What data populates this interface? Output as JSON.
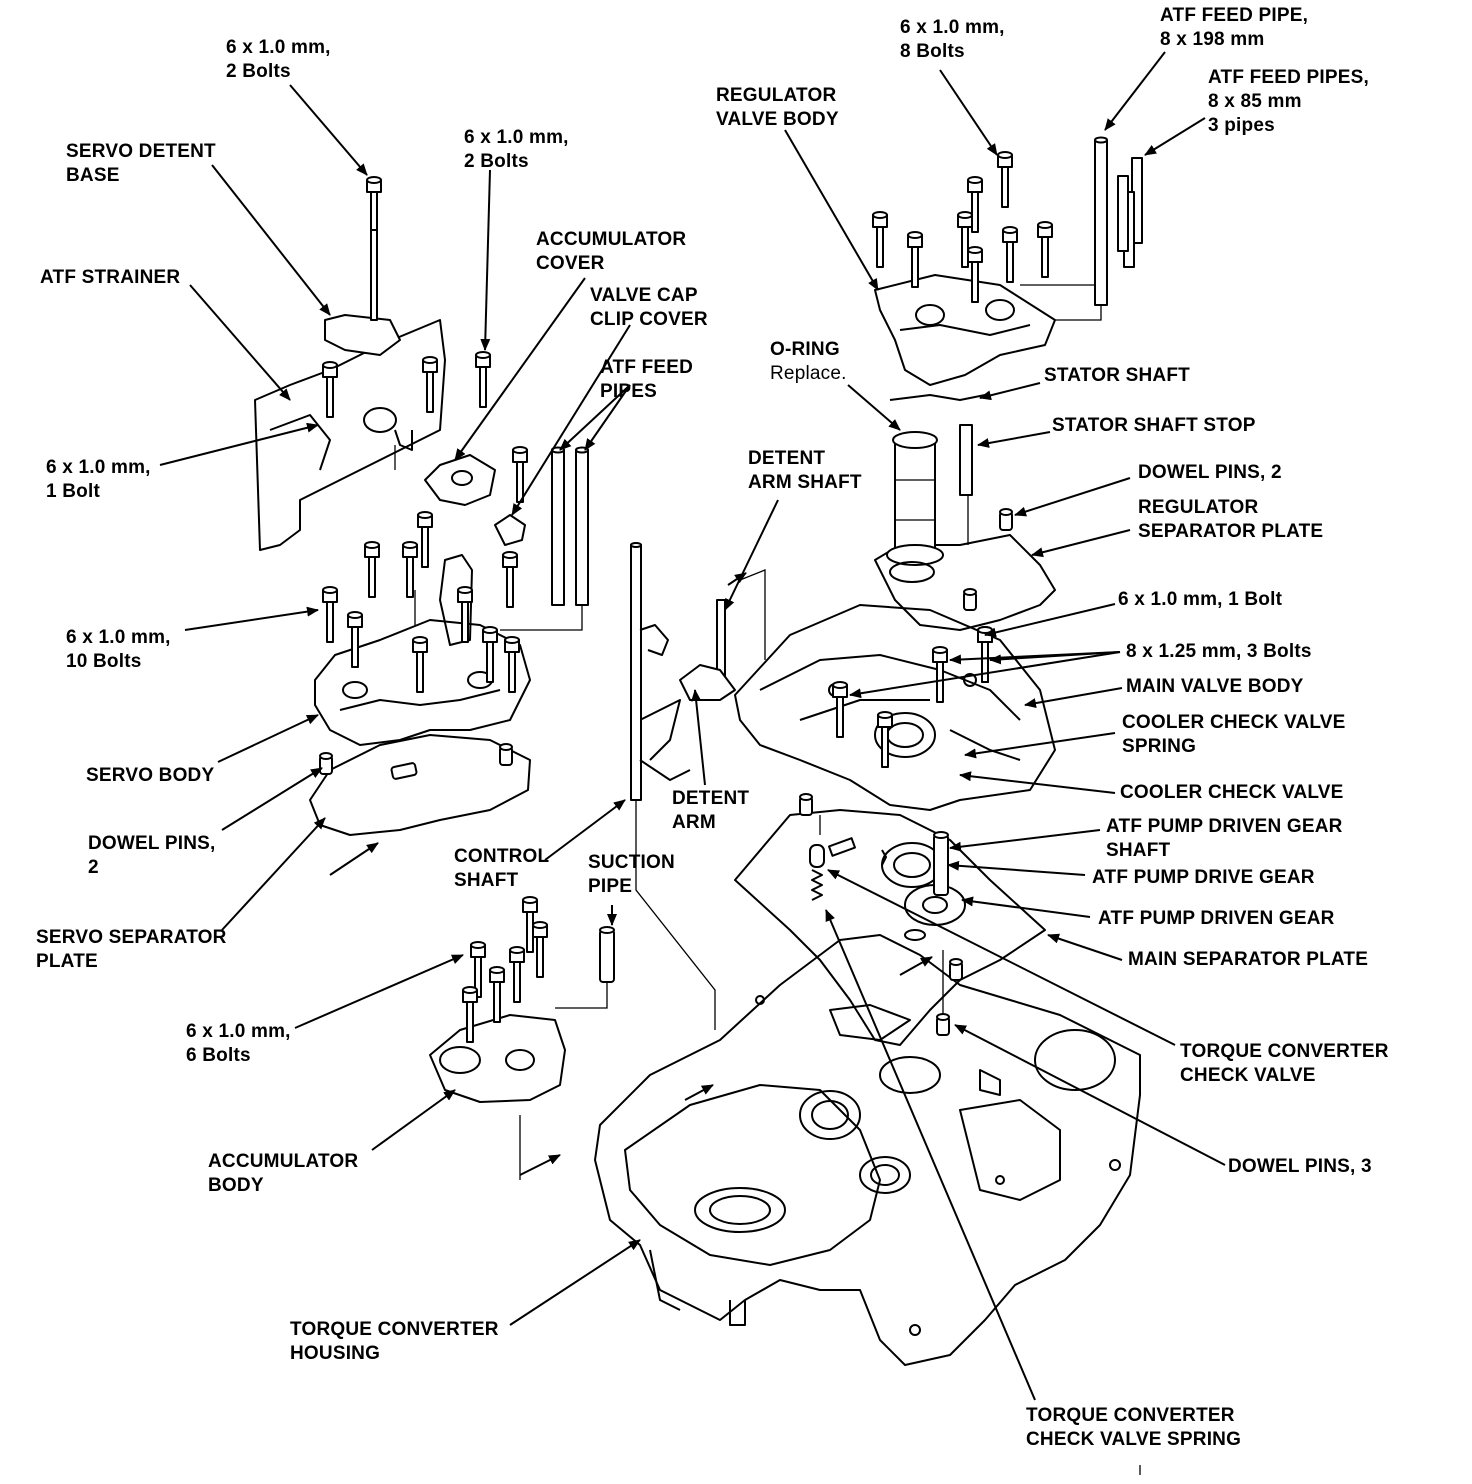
{
  "labels": {
    "bolts_2_top": [
      "6 x 1.0 mm,",
      "2 Bolts"
    ],
    "servo_detent_base": [
      "SERVO DETENT",
      "BASE"
    ],
    "bolts_2_mid": [
      "6 x 1.0 mm,",
      "2 Bolts"
    ],
    "atf_strainer": [
      "ATF STRAINER"
    ],
    "accumulator_cover": [
      "ACCUMULATOR",
      "COVER"
    ],
    "valve_cap_clip_cover": [
      "VALVE CAP",
      "CLIP COVER"
    ],
    "atf_feed_pipes_left": [
      "ATF FEED",
      "PIPES"
    ],
    "bolt_1_left": [
      "6 x 1.0 mm,",
      "1 Bolt"
    ],
    "bolts_10": [
      "6 x 1.0 mm,",
      "10 Bolts"
    ],
    "servo_body": [
      "SERVO BODY"
    ],
    "dowel_pins_2_left": [
      "DOWEL PINS,",
      "2"
    ],
    "servo_separator_plate": [
      "SERVO SEPARATOR",
      "PLATE"
    ],
    "control_shaft": [
      "CONTROL",
      "SHAFT"
    ],
    "suction_pipe": [
      "SUCTION",
      "PIPE"
    ],
    "detent_arm": [
      "DETENT",
      "ARM"
    ],
    "detent_arm_shaft": [
      "DETENT",
      "ARM SHAFT"
    ],
    "bolts_6": [
      "6 x 1.0 mm,",
      "6 Bolts"
    ],
    "accumulator_body": [
      "ACCUMULATOR",
      "BODY"
    ],
    "torque_converter_housing": [
      "TORQUE CONVERTER",
      "HOUSING"
    ],
    "regulator_valve_body": [
      "REGULATOR",
      "VALVE BODY"
    ],
    "bolts_8": [
      "6 x 1.0 mm,",
      "8 Bolts"
    ],
    "atf_feed_pipe_198": [
      "ATF FEED PIPE,",
      "8 x 198 mm"
    ],
    "atf_feed_pipes_85": [
      "ATF FEED PIPES,",
      "8 x 85 mm",
      "3 pipes"
    ],
    "o_ring": [
      "O-RING"
    ],
    "o_ring_note": "Replace.",
    "stator_shaft": [
      "STATOR SHAFT"
    ],
    "stator_shaft_stop": [
      "STATOR SHAFT STOP"
    ],
    "dowel_pins_2_right": [
      "DOWEL PINS, 2"
    ],
    "regulator_separator_plate": [
      "REGULATOR",
      "SEPARATOR PLATE"
    ],
    "bolt_1_right": [
      "6 x 1.0 mm, 1 Bolt"
    ],
    "bolts_3_125": [
      "8 x 1.25 mm, 3 Bolts"
    ],
    "main_valve_body": [
      "MAIN VALVE BODY"
    ],
    "cooler_check_valve_spring": [
      "COOLER CHECK VALVE",
      "SPRING"
    ],
    "cooler_check_valve": [
      "COOLER CHECK VALVE"
    ],
    "atf_pump_driven_gear_shaft": [
      "ATF PUMP DRIVEN GEAR",
      "SHAFT"
    ],
    "atf_pump_drive_gear": [
      "ATF PUMP DRIVE GEAR"
    ],
    "atf_pump_driven_gear": [
      "ATF PUMP DRIVEN GEAR"
    ],
    "main_separator_plate": [
      "MAIN SEPARATOR PLATE"
    ],
    "torque_converter_check_valve": [
      "TORQUE CONVERTER",
      "CHECK VALVE"
    ],
    "dowel_pins_3": [
      "DOWEL PINS, 3"
    ],
    "torque_converter_check_valve_spring": [
      "TORQUE CONVERTER",
      "CHECK VALVE SPRING"
    ]
  }
}
